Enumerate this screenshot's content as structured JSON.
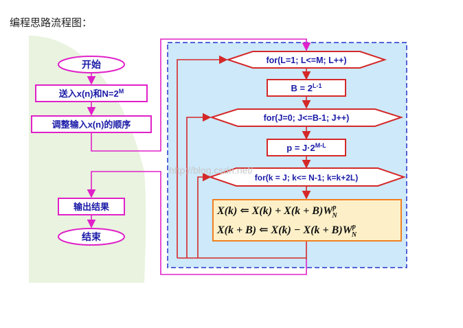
{
  "heading": "编程思路流程图：",
  "colors": {
    "magenta": "#e020c8",
    "red": "#d42828",
    "navy": "#1a1aa8",
    "panel_blue": "#cde9fa",
    "dash_blue": "#2233cc",
    "left_shape": "#e9f3df",
    "orange_fill": "#fdf0c8",
    "orange_border": "#f08020"
  },
  "left": {
    "start": "开始",
    "input": {
      "text": "送入x(n)和N=2",
      "sup": "M"
    },
    "reorder": "调整输入x(n)的顺序",
    "output": "输出结果",
    "end": "结束"
  },
  "right": {
    "loop_L": "for(L=1; L<=M; L++)",
    "assign_B": {
      "text": "B = 2",
      "sup": "L-1"
    },
    "loop_J": "for(J=0; J<=B-1; J++)",
    "assign_p": {
      "text": "p = J·2",
      "sup": "M-L"
    },
    "loop_k": "for(k = J; k<= N-1; k=k+2L)",
    "eq1": {
      "lhs": "X(k)",
      "arrow": "⇐",
      "rhs": "X(k) + X(k + B)W",
      "sup": "p",
      "sub": "N"
    },
    "eq2": {
      "lhs": "X(k + B)",
      "arrow": "⇐",
      "rhs": "X(k) − X(k + B)W",
      "sup": "p",
      "sub": "N"
    }
  },
  "watermark": "http://blog.csdn.net/"
}
